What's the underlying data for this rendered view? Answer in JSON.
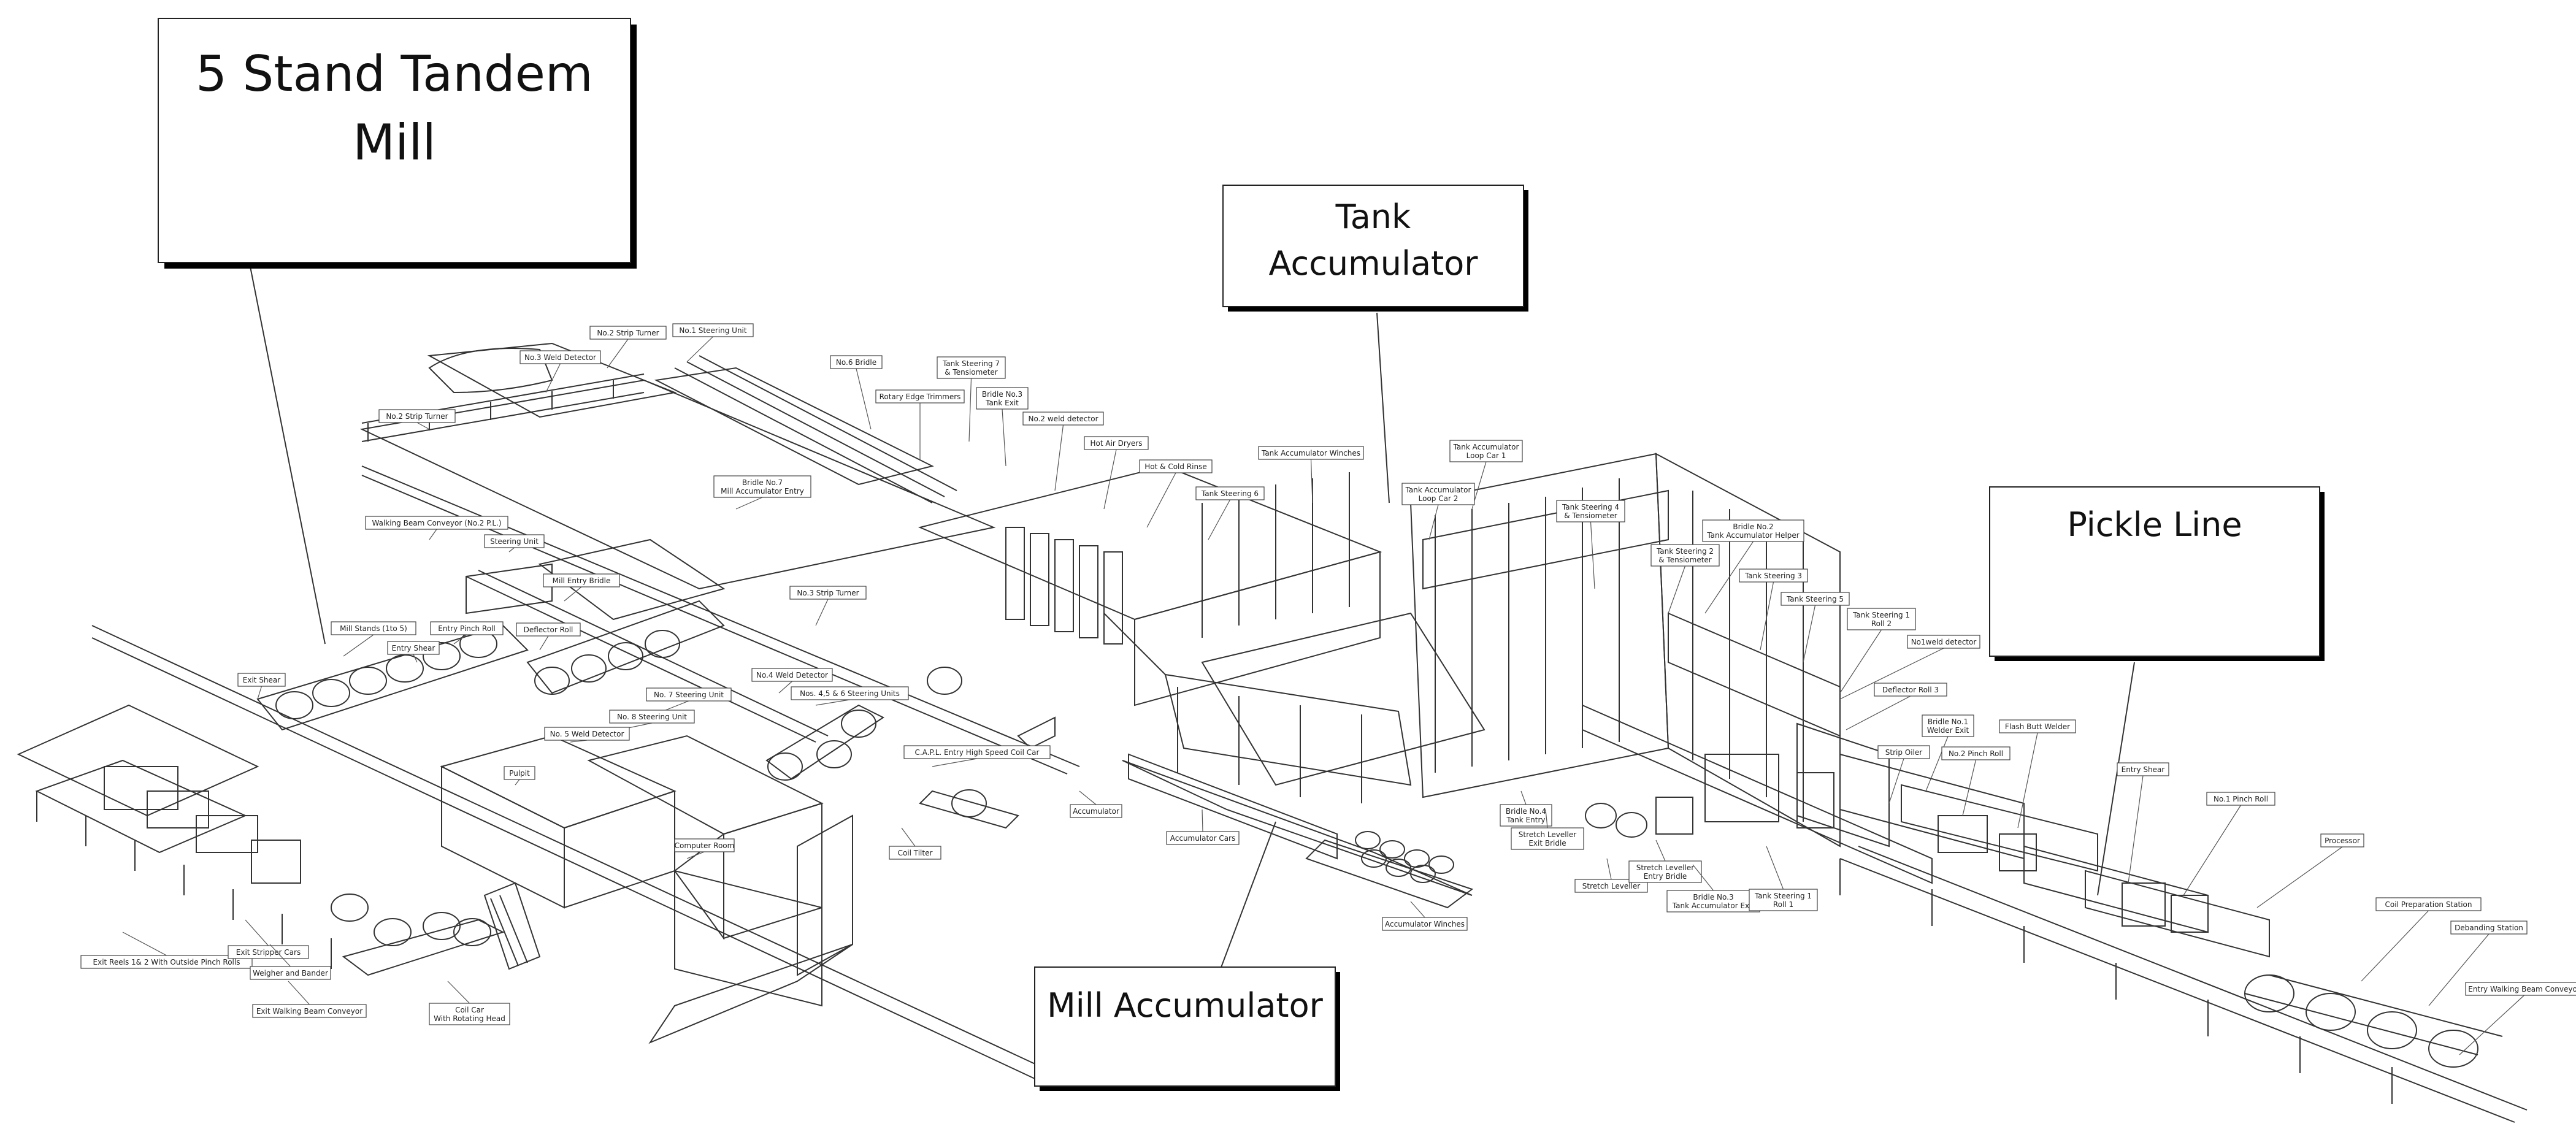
{
  "callouts": {
    "tandem_mill": {
      "lines": [
        "5 Stand Tandem",
        "Mill"
      ]
    },
    "tank_accumulator": {
      "lines": [
        "Tank",
        "Accumulator"
      ]
    },
    "pickle_line": {
      "lines": [
        "Pickle Line"
      ]
    },
    "mill_accumulator": {
      "lines": [
        "Mill Accumulator"
      ]
    }
  },
  "labels": [
    {
      "id": "no3-weld-detector",
      "lines": [
        "No.3 Weld Detector"
      ]
    },
    {
      "id": "no2-strip-turner-top",
      "lines": [
        "No.2 Strip Turner"
      ]
    },
    {
      "id": "no1-steering-unit",
      "lines": [
        "No.1 Steering Unit"
      ]
    },
    {
      "id": "no2-strip-turner",
      "lines": [
        "No.2 Strip Turner"
      ]
    },
    {
      "id": "no6-bridle",
      "lines": [
        "No.6 Bridle"
      ]
    },
    {
      "id": "tank-steering-7",
      "lines": [
        "Tank Steering 7",
        "& Tensiometer"
      ]
    },
    {
      "id": "rotary-edge-trimmers",
      "lines": [
        "Rotary Edge Trimmers"
      ]
    },
    {
      "id": "bridle-no3-tank-exit",
      "lines": [
        "Bridle No.3",
        "Tank Exit"
      ]
    },
    {
      "id": "no2-weld-detector",
      "lines": [
        "No.2 weld detector"
      ]
    },
    {
      "id": "hot-air-dryers",
      "lines": [
        "Hot Air Dryers"
      ]
    },
    {
      "id": "hot-cold-rinse",
      "lines": [
        "Hot & Cold Rinse"
      ]
    },
    {
      "id": "tank-accumulator-winches",
      "lines": [
        "Tank Accumulator Winches"
      ]
    },
    {
      "id": "tank-accumulator-loop-car-1",
      "lines": [
        "Tank Accumulator",
        "Loop Car 1"
      ]
    },
    {
      "id": "tank-steering-6",
      "lines": [
        "Tank Steering 6"
      ]
    },
    {
      "id": "tank-accumulator-loop-car-2",
      "lines": [
        "Tank Accumulator",
        "Loop Car 2"
      ]
    },
    {
      "id": "tank-steering-4",
      "lines": [
        "Tank Steering 4",
        "& Tensiometer"
      ]
    },
    {
      "id": "bridle-no2-helper",
      "lines": [
        "Bridle No.2",
        "Tank Accumulator Helper"
      ]
    },
    {
      "id": "tank-steering-2",
      "lines": [
        "Tank Steering 2",
        "& Tensiometer"
      ]
    },
    {
      "id": "tank-steering-3",
      "lines": [
        "Tank Steering 3"
      ]
    },
    {
      "id": "tank-steering-5",
      "lines": [
        "Tank Steering 5"
      ]
    },
    {
      "id": "tank-steering-1-roll-2",
      "lines": [
        "Tank Steering 1",
        "Roll 2"
      ]
    },
    {
      "id": "no1-weld-detector",
      "lines": [
        "No1weld detector"
      ]
    },
    {
      "id": "deflector-roll-3",
      "lines": [
        "Deflector Roll 3"
      ]
    },
    {
      "id": "bridle-no1-welder-exit",
      "lines": [
        "Bridle No.1",
        "Welder Exit"
      ]
    },
    {
      "id": "flash-butt-welder",
      "lines": [
        "Flash Butt Welder"
      ]
    },
    {
      "id": "no2-pinch-roll",
      "lines": [
        "No.2 Pinch Roll"
      ]
    },
    {
      "id": "strip-oiler",
      "lines": [
        "Strip Oiler"
      ]
    },
    {
      "id": "entry-shear-pl",
      "lines": [
        "Entry Shear"
      ]
    },
    {
      "id": "no1-pinch-roll",
      "lines": [
        "No.1 Pinch Roll"
      ]
    },
    {
      "id": "processor",
      "lines": [
        "Processor"
      ]
    },
    {
      "id": "coil-preparation-station",
      "lines": [
        "Coil Preparation Station"
      ]
    },
    {
      "id": "debanding-station",
      "lines": [
        "Debanding Station"
      ]
    },
    {
      "id": "entry-walking-beam-conveyor",
      "lines": [
        "Entry Walking Beam Conveyor"
      ]
    },
    {
      "id": "walking-beam-conveyor-no2",
      "lines": [
        "Walking Beam Conveyor (No.2 P.L.)"
      ]
    },
    {
      "id": "steering-unit",
      "lines": [
        "Steering Unit"
      ]
    },
    {
      "id": "bridle-no7",
      "lines": [
        "Bridle No.7",
        "Mill Accumulator Entry"
      ]
    },
    {
      "id": "mill-entry-bridle",
      "lines": [
        "Mill Entry Bridle"
      ]
    },
    {
      "id": "no3-strip-turner",
      "lines": [
        "No.3 Strip Turner"
      ]
    },
    {
      "id": "mill-stands",
      "lines": [
        "Mill Stands (1to 5)"
      ]
    },
    {
      "id": "entry-pinch-roll",
      "lines": [
        "Entry Pinch Roll"
      ]
    },
    {
      "id": "entry-shear-mill",
      "lines": [
        "Entry Shear"
      ]
    },
    {
      "id": "deflector-roll",
      "lines": [
        "Deflector Roll"
      ]
    },
    {
      "id": "exit-shear",
      "lines": [
        "Exit Shear"
      ]
    },
    {
      "id": "no4-weld-detector",
      "lines": [
        "No.4 Weld Detector"
      ]
    },
    {
      "id": "nos-steering-units",
      "lines": [
        "Nos. 4,5 & 6 Steering Units"
      ]
    },
    {
      "id": "no7-steering-unit",
      "lines": [
        "No. 7 Steering Unit"
      ]
    },
    {
      "id": "no8-steering-unit",
      "lines": [
        "No. 8 Steering Unit"
      ]
    },
    {
      "id": "no5-weld-detector",
      "lines": [
        "No. 5 Weld Detector"
      ]
    },
    {
      "id": "capl-entry-high-speed-coil-car",
      "lines": [
        "C.A.P.L. Entry High Speed Coil Car"
      ]
    },
    {
      "id": "pulpit",
      "lines": [
        "Pulpit"
      ]
    },
    {
      "id": "computer-room",
      "lines": [
        "Computer Room"
      ]
    },
    {
      "id": "coil-tilter",
      "lines": [
        "Coil Tilter"
      ]
    },
    {
      "id": "accumulator",
      "lines": [
        "Accumulator"
      ]
    },
    {
      "id": "accumulator-cars",
      "lines": [
        "Accumulator Cars"
      ]
    },
    {
      "id": "accumulator-winches",
      "lines": [
        "Accumulator Winches"
      ]
    },
    {
      "id": "bridle-no4-tank-entry",
      "lines": [
        "Bridle No.4",
        "Tank Entry"
      ]
    },
    {
      "id": "stretch-leveller-exit-bridle",
      "lines": [
        "Stretch Leveller",
        "Exit Bridle"
      ]
    },
    {
      "id": "stretch-leveller",
      "lines": [
        "Stretch Leveller"
      ]
    },
    {
      "id": "stretch-leveller-entry-bridle",
      "lines": [
        "Stretch Leveller",
        "Entry Bridle"
      ]
    },
    {
      "id": "bridle-no3-tank-acc-exit",
      "lines": [
        "Bridle No.3",
        "Tank Accumulator Exit"
      ]
    },
    {
      "id": "tank-steering-1-roll-1",
      "lines": [
        "Tank Steering 1",
        "Roll 1"
      ]
    },
    {
      "id": "exit-reels",
      "lines": [
        "Exit Reels 1& 2 With Outside Pinch Rolls"
      ]
    },
    {
      "id": "exit-stripper-cars",
      "lines": [
        "Exit Stripper Cars"
      ]
    },
    {
      "id": "weigher-and-bander",
      "lines": [
        "Weigher and Bander"
      ]
    },
    {
      "id": "exit-walking-beam-conveyor",
      "lines": [
        "Exit Walking Beam Conveyor"
      ]
    },
    {
      "id": "coil-car-rotating-head",
      "lines": [
        "Coil Car",
        "With Rotating Head"
      ]
    }
  ]
}
